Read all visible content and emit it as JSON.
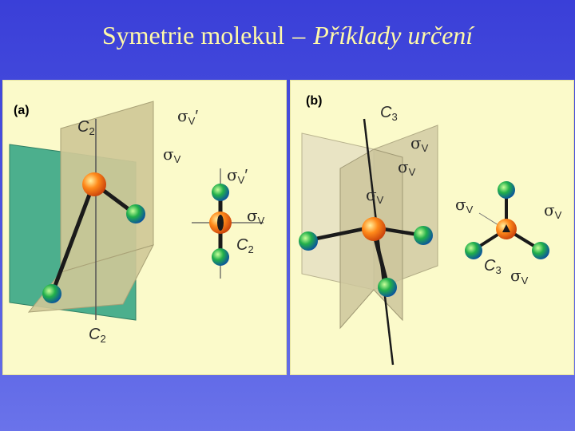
{
  "title": {
    "main": "Symetrie molekul",
    "separator": "–",
    "subtitle": "Příklady určení"
  },
  "panel_a": {
    "label": "(a)",
    "symbols": {
      "c2_top": "C",
      "c2_top_sub": "2",
      "sigma_v_prime_top": "σ",
      "sigma_v_prime_top_sub": "V",
      "sigma_v_left": "σ",
      "sigma_v_left_sub": "V",
      "sigma_v_prime_mol": "σ",
      "sigma_v_prime_mol_sub": "V",
      "sigma_v_mol": "σ",
      "sigma_v_mol_sub": "V",
      "c2_mol": "C",
      "c2_mol_sub": "2",
      "c2_bottom": "C",
      "c2_bottom_sub": "2"
    },
    "colors": {
      "plane_green": "#4caf8d",
      "plane_beige": "#cfc897",
      "central_atom": "#ff7a00",
      "outer_atom": "#1ea84a"
    }
  },
  "panel_b": {
    "label": "(b)",
    "symbols": {
      "c3_top": "C",
      "c3_top_sub": "3",
      "sigma_v_1": "σ",
      "sigma_v_1_sub": "V",
      "sigma_v_2": "σ",
      "sigma_v_2_sub": "V",
      "sigma_v_3": "σ",
      "sigma_v_3_sub": "V",
      "sigma_v_right_left": "σ",
      "sigma_v_right_left_sub": "V",
      "sigma_v_right_right": "σ",
      "sigma_v_right_right_sub": "V",
      "c3_bottom": "C",
      "c3_bottom_sub": "3",
      "sigma_v_bottom": "σ",
      "sigma_v_bottom_sub": "V"
    },
    "colors": {
      "plane_light": "#e9e4c4",
      "plane_mid": "#d8d2aa",
      "central_atom": "#ff7a00",
      "outer_atom": "#1ea84a"
    }
  }
}
